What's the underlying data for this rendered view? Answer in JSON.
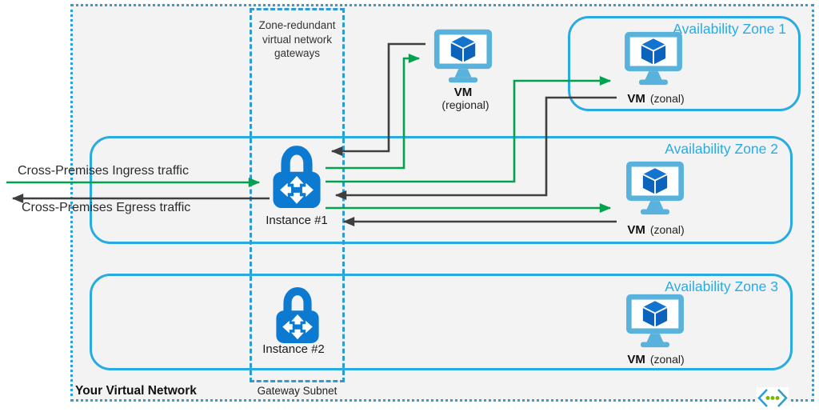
{
  "vnet": {
    "label": "Your Virtual Network"
  },
  "gateway_subnet": {
    "title": "Zone-redundant virtual network gateways",
    "label": "Gateway Subnet",
    "instances": [
      {
        "label": "Instance #1"
      },
      {
        "label": "Instance #2"
      }
    ]
  },
  "regional_vm": {
    "name": "VM",
    "qualifier": "(regional)"
  },
  "zones": [
    {
      "label": "Availability Zone 1",
      "vm": {
        "name": "VM",
        "qualifier": "(zonal)"
      }
    },
    {
      "label": "Availability Zone 2",
      "vm": {
        "name": "VM",
        "qualifier": "(zonal)"
      }
    },
    {
      "label": "Availability Zone 3",
      "vm": {
        "name": "VM",
        "qualifier": "(zonal)"
      }
    }
  ],
  "traffic": {
    "ingress_label": "Cross-Premises Ingress traffic",
    "egress_label": "Cross-Premises Egress traffic"
  },
  "icons": {
    "gateway_instance": "lock-with-routing-arrows",
    "vm": "monitor-with-cube",
    "virtual_network": "angle-brackets-with-green-dots"
  },
  "colors": {
    "zone_border": "#29abe2",
    "zone_label": "#29abe2",
    "vnet_border": "#2f9fd3",
    "subnet_border": "#2f9bd5",
    "lock_blue": "#0d7ad1",
    "monitor_blue": "#58b2dc",
    "cube_blue": "#0c63bb",
    "cube_top_blue": "#1373d0",
    "ingress_green": "#00a24d",
    "egress_dark": "#3f3f3f",
    "inner_background": "#f3f3f3"
  }
}
